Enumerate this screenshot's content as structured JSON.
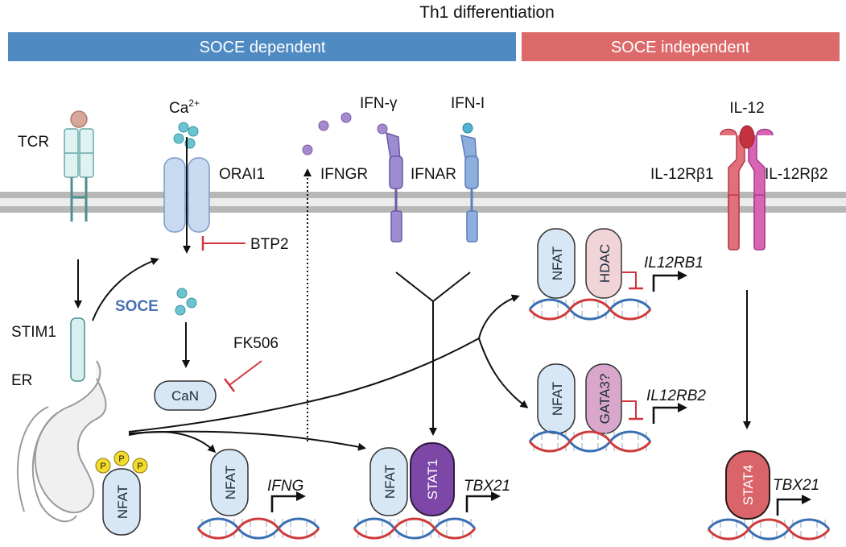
{
  "title": "Th1 differentiation",
  "banners": {
    "dependent": "SOCE dependent",
    "independent": "SOCE independent"
  },
  "colors": {
    "dependent_banner": "#4f8ac3",
    "independent_banner": "#dd6a6a",
    "membrane": "#b7b7b7",
    "inhibitor": "#d0363c",
    "nfat_fill": "#d7e7f5",
    "stat1_fill": "#7d47a7",
    "stat4_fill": "#d9646a",
    "hdac_fill": "#f1d4d8",
    "gata3_fill": "#d9a7cb",
    "soce_text": "#4a6fb5"
  },
  "labels": {
    "tcr": "TCR",
    "ca_base": "Ca",
    "ca_sup": "2+",
    "orai1": "ORAI1",
    "btp2": "BTP2",
    "soce": "SOCE",
    "fk506": "FK506",
    "can": "CaN",
    "stim1": "STIM1",
    "er": "ER",
    "ifn_gamma": "IFN-γ",
    "ifn_i": "IFN-I",
    "ifngr": "IFNGR",
    "ifnar": "IFNAR",
    "il12": "IL-12",
    "il12rb1": "IL-12Rβ1",
    "il12rb2": "IL-12Rβ2",
    "p": "P"
  },
  "proteins": {
    "nfat": "NFAT",
    "stat1": "STAT1",
    "stat4": "STAT4",
    "hdac": "HDAC",
    "gata3": "GATA3?"
  },
  "genes": {
    "ifng": "IFNG",
    "tbx21_a": "TBX21",
    "tbx21_b": "TBX21",
    "il12rb1": "IL12RB1",
    "il12rb2": "IL12RB2"
  }
}
